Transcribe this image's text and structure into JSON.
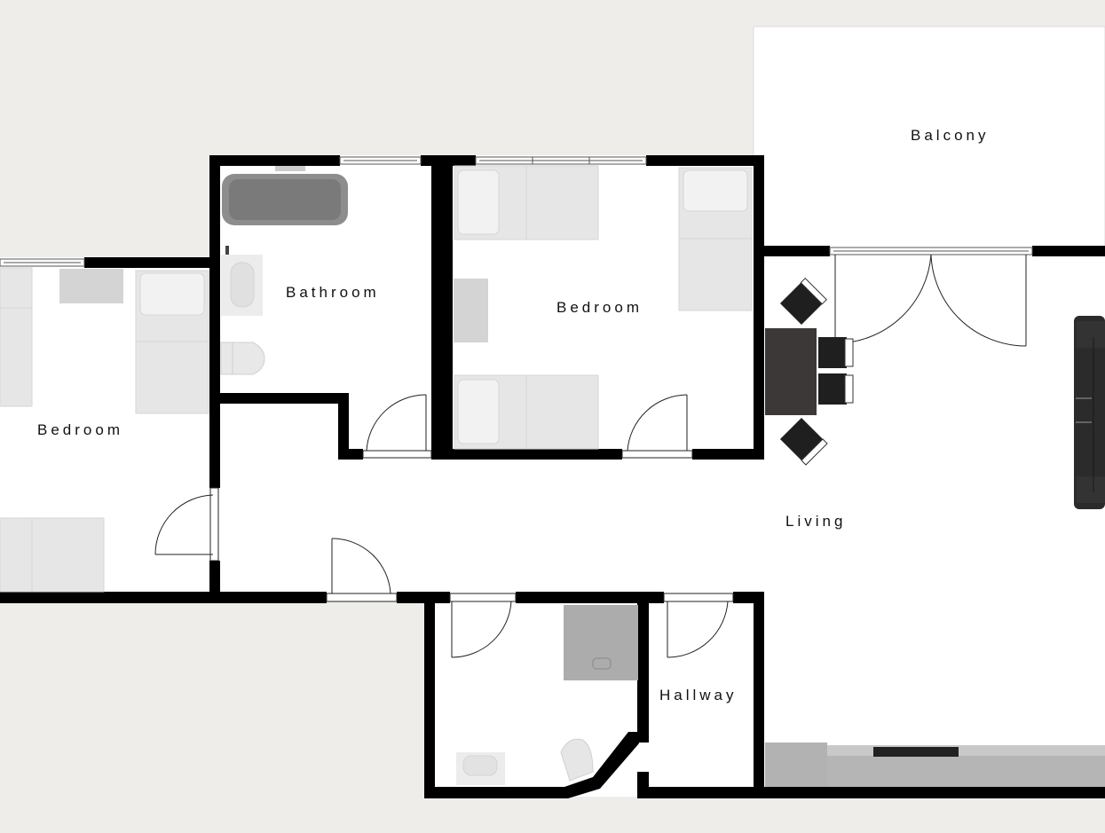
{
  "floorplan": {
    "title": "Apartment floor plan",
    "colors": {
      "background": "#eeedea",
      "floor": "#ffffff",
      "wall": "#000000",
      "furniture_light": "#e6e6e6",
      "furniture_dark": "#2b2b2b",
      "counter": "#b0b0b0"
    },
    "rooms": [
      {
        "id": "balcony",
        "label": "Balcony"
      },
      {
        "id": "bathroom",
        "label": "Bathroom"
      },
      {
        "id": "bedroom-center",
        "label": "Bedroom"
      },
      {
        "id": "bedroom-left",
        "label": "Bedroom"
      },
      {
        "id": "living",
        "label": "Living"
      },
      {
        "id": "hallway",
        "label": "Hallway"
      }
    ],
    "furniture": [
      {
        "room": "bathroom",
        "item": "bathtub"
      },
      {
        "room": "bathroom",
        "item": "sink"
      },
      {
        "room": "bathroom",
        "item": "toilet"
      },
      {
        "room": "bedroom-center",
        "item": "single-bed",
        "count": 3
      },
      {
        "room": "bedroom-center",
        "item": "desk"
      },
      {
        "room": "bedroom-left",
        "item": "single-bed",
        "count": 3
      },
      {
        "room": "bedroom-left",
        "item": "desk"
      },
      {
        "room": "living",
        "item": "dining-table"
      },
      {
        "room": "living",
        "item": "dining-chair",
        "count": 4
      },
      {
        "room": "living",
        "item": "sofa"
      },
      {
        "room": "living",
        "item": "kitchen-counter"
      },
      {
        "room": "living",
        "item": "cooktop"
      },
      {
        "room": "wc",
        "item": "shower"
      },
      {
        "room": "wc",
        "item": "sink"
      },
      {
        "room": "wc",
        "item": "toilet"
      }
    ]
  }
}
